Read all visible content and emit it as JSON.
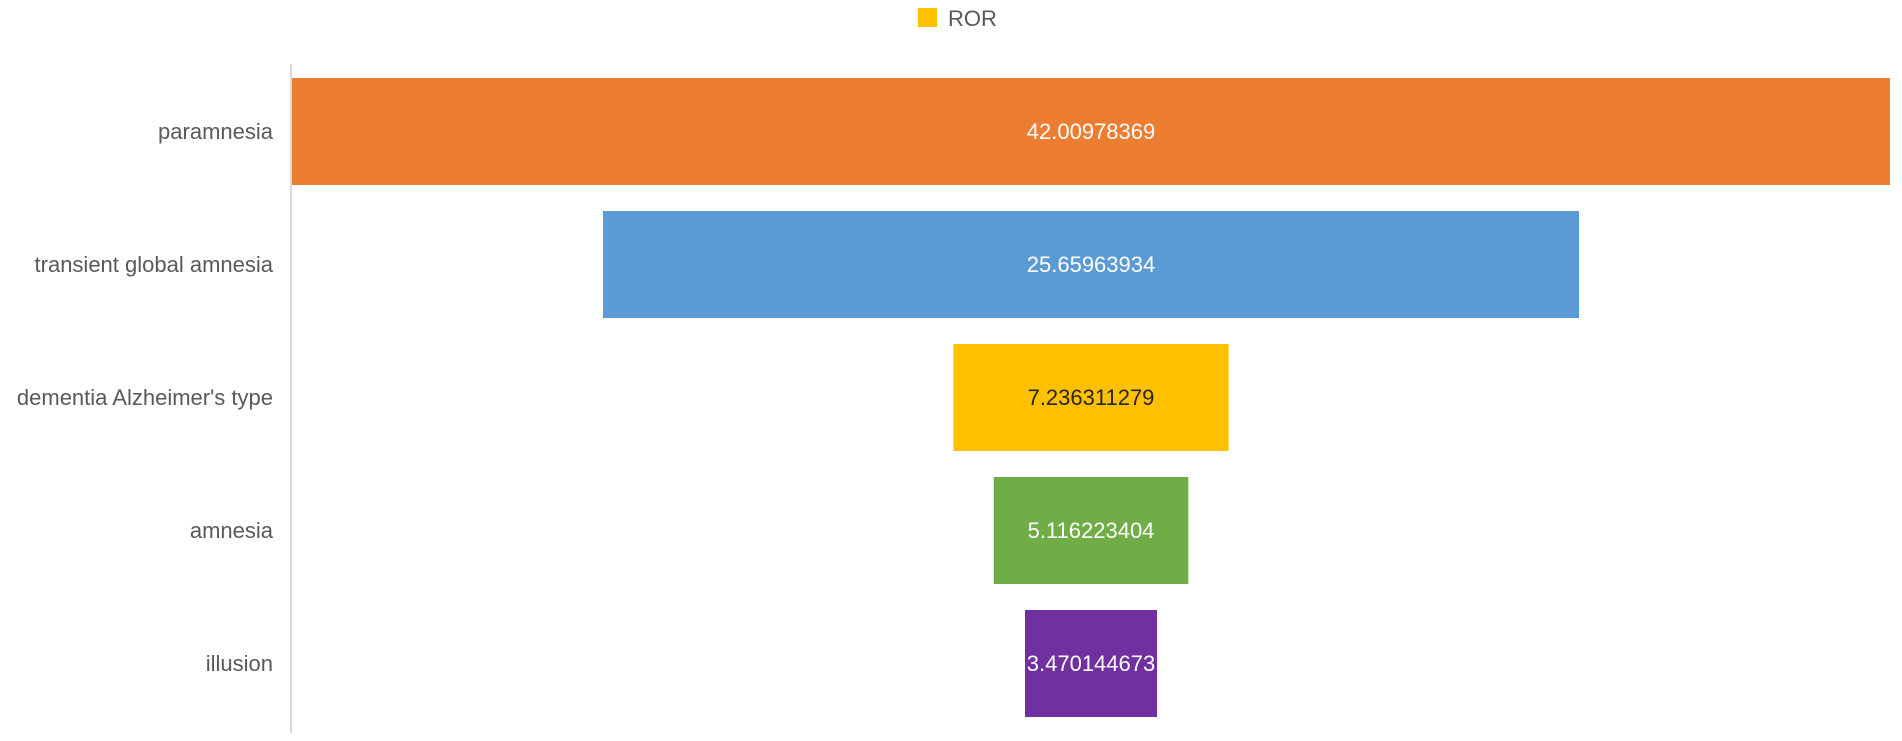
{
  "chart_data": {
    "type": "bar",
    "subtype": "funnel",
    "orientation": "horizontal",
    "categories": [
      "paramnesia",
      "transient global amnesia",
      "dementia Alzheimer's type",
      "amnesia",
      "illusion"
    ],
    "series": [
      {
        "name": "ROR",
        "values": [
          42.00978369,
          25.65963934,
          7.236311279,
          5.116223404,
          3.470144673
        ],
        "labels": [
          "42.00978369",
          "25.65963934",
          "7.236311279",
          "5.116223404",
          "3.470144673"
        ]
      }
    ],
    "bar_colors": [
      "#ED7D31",
      "#5B9BD5",
      "#FFC000",
      "#70AD47",
      "#7030A0"
    ],
    "label_colors": [
      "#FFFFFF",
      "#FFFFFF",
      "#262626",
      "#FFFFFF",
      "#FFFFFF"
    ],
    "legend": {
      "position": "top",
      "label": "ROR",
      "color": "#FFC000"
    },
    "xlabel": "",
    "ylabel": "",
    "xlim": [
      0,
      42.00978369
    ],
    "grid": false
  }
}
